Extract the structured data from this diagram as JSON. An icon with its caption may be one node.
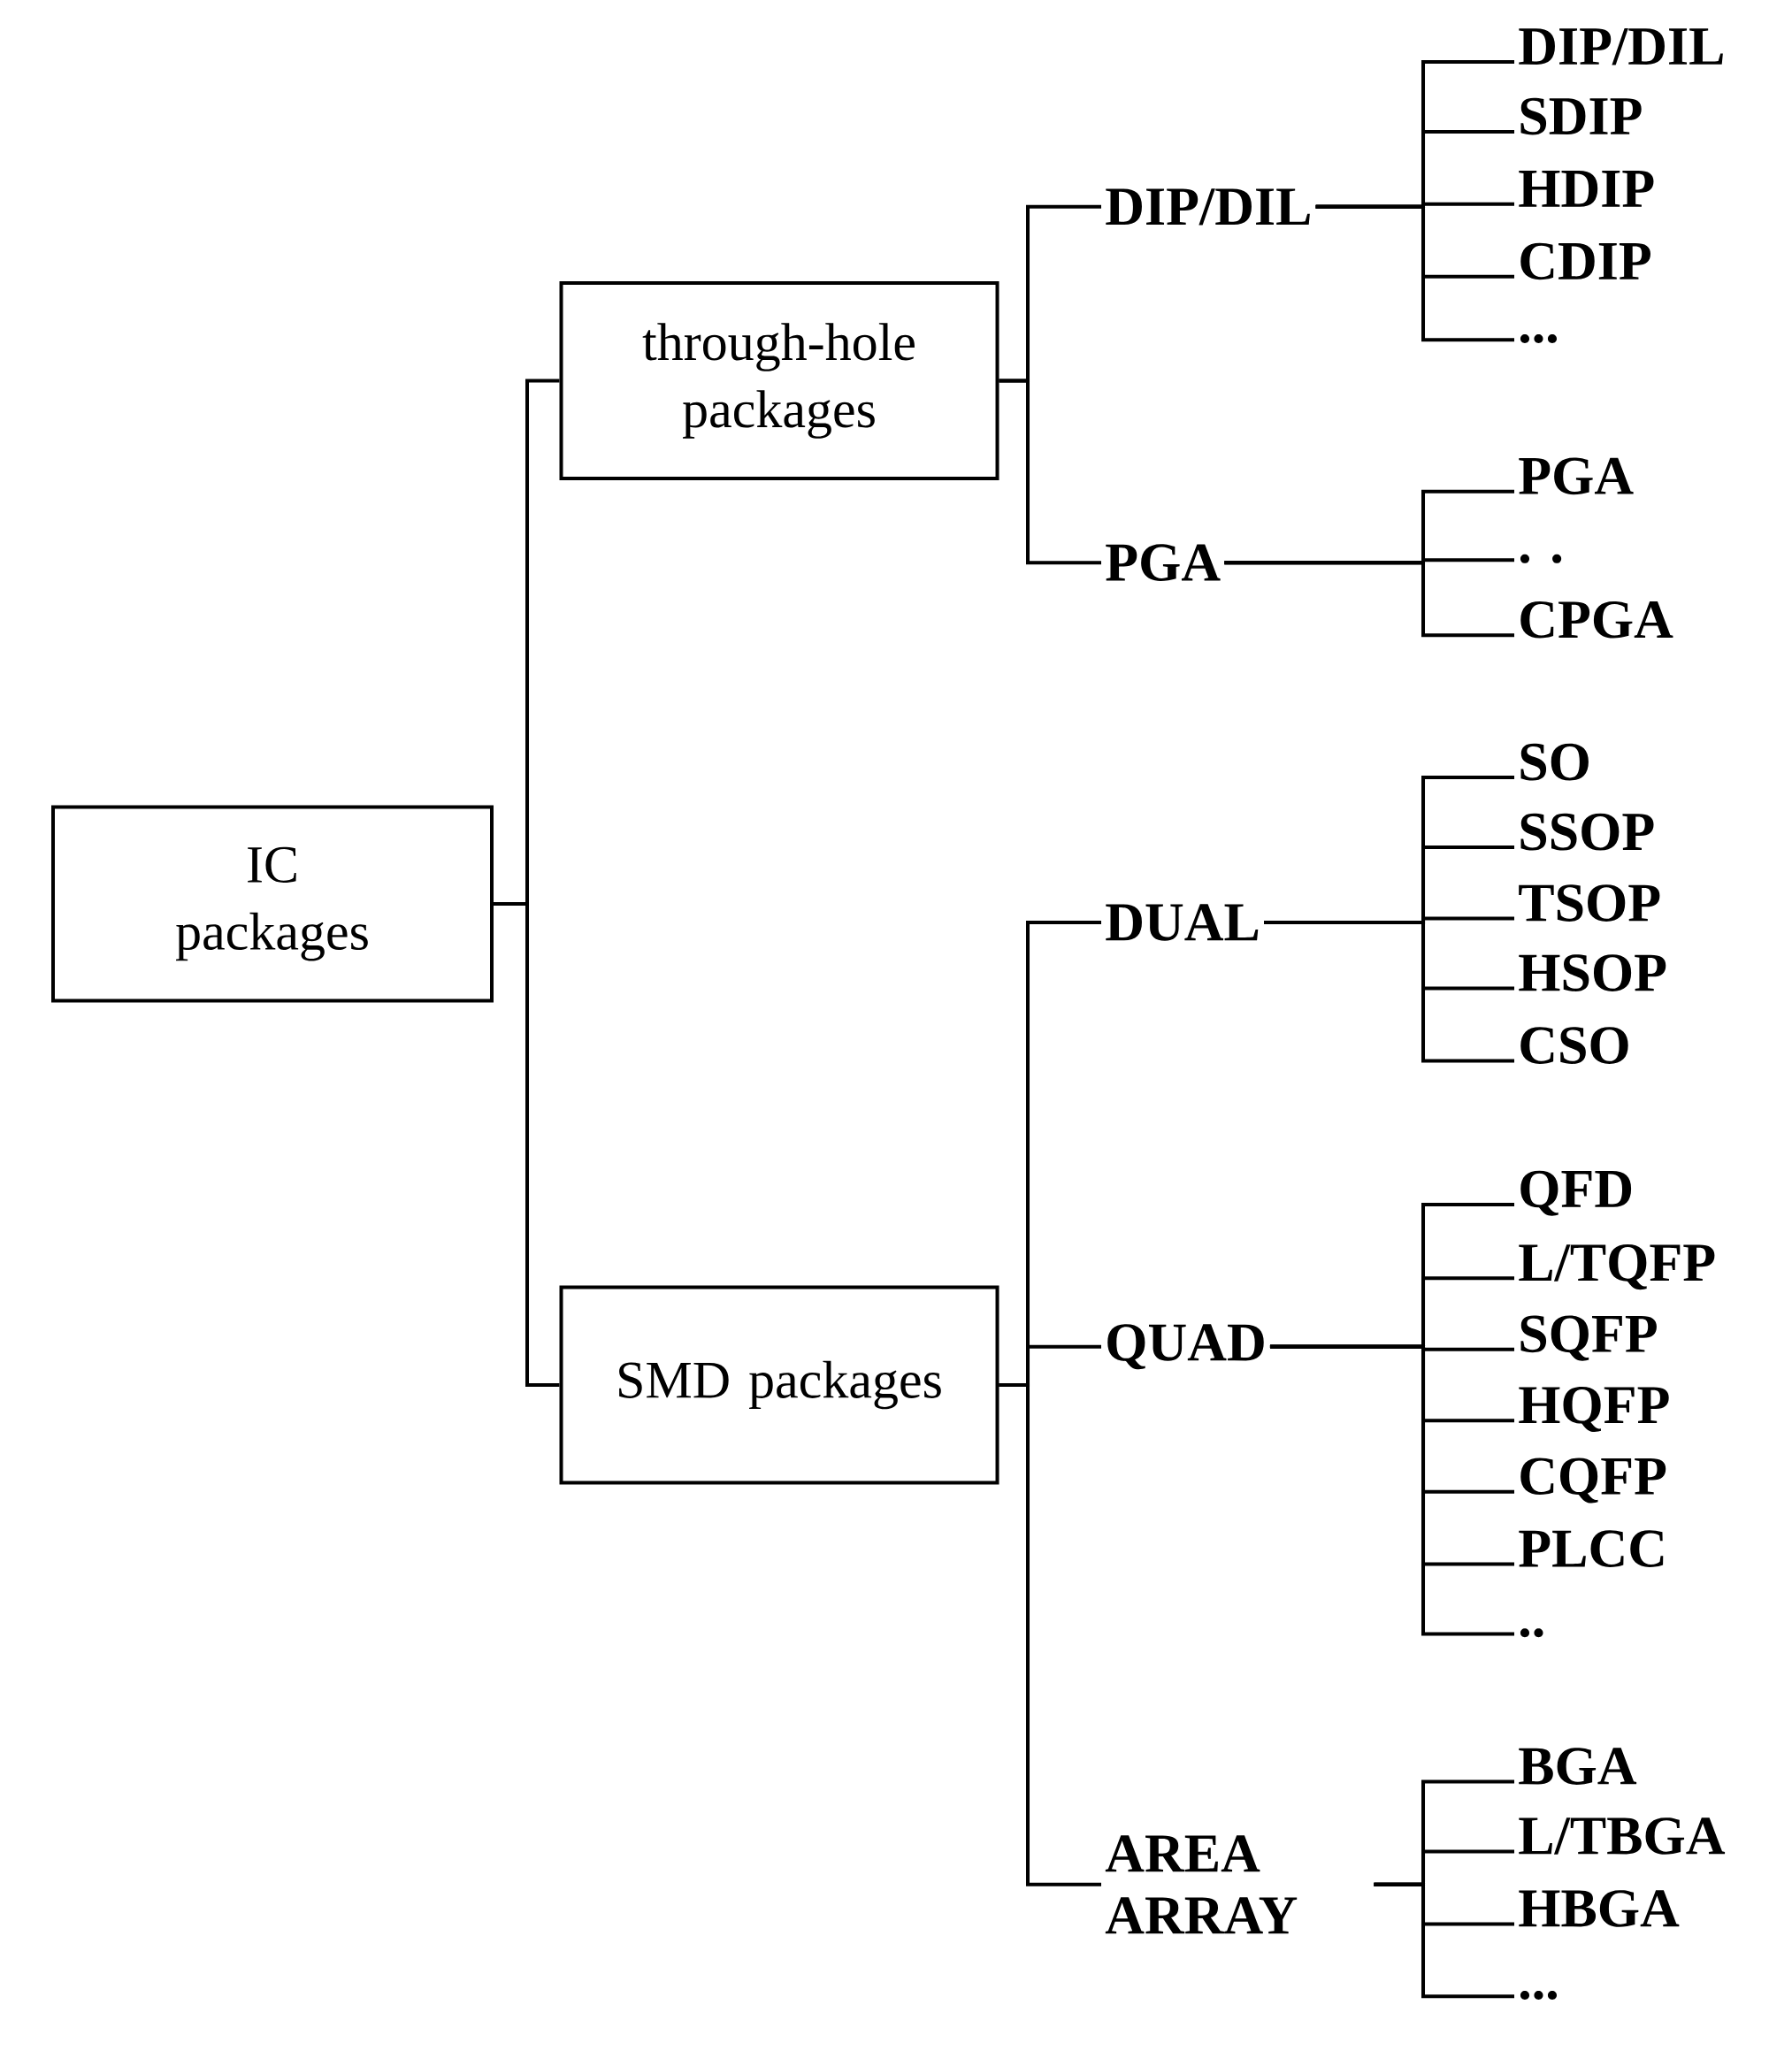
{
  "diagram": {
    "nodes": [
      {
        "text": [
          "IC packages"
        ]
      },
      {
        "text": [
          "through-hole packages"
        ]
      },
      {
        "text": [
          "SMD packages"
        ]
      },
      {
        "text": [
          "DIP/DIL"
        ]
      },
      {
        "text": [
          "PGA"
        ]
      },
      {
        "text": [
          "DUAL"
        ]
      },
      {
        "text": [
          "QUAD"
        ]
      },
      {
        "text": [
          "AREA ARRAY"
        ]
      },
      {
        "text": [
          "DIP/DIL"
        ]
      },
      {
        "text": [
          "SDIP"
        ]
      },
      {
        "text": [
          "HDIP"
        ]
      },
      {
        "text": [
          "CDIP"
        ]
      },
      {
        "text": [
          "..."
        ]
      },
      {
        "text": [
          "PGA"
        ]
      },
      {
        "text": [
          ". ."
        ]
      },
      {
        "text": [
          "CPGA"
        ]
      },
      {
        "text": [
          "SO"
        ]
      },
      {
        "text": [
          "SSOP"
        ]
      },
      {
        "text": [
          "TSOP"
        ]
      },
      {
        "text": [
          "HSOP"
        ]
      },
      {
        "text": [
          "CSO"
        ]
      },
      {
        "text": [
          "QFD"
        ]
      },
      {
        "text": [
          "L/TQFP"
        ]
      },
      {
        "text": [
          "SQFP"
        ]
      },
      {
        "text": [
          "HQFP"
        ]
      },
      {
        "text": [
          "CQFP"
        ]
      },
      {
        "text": [
          "PLCC"
        ]
      },
      {
        "text": [
          ".."
        ]
      },
      {
        "text": [
          "BGA"
        ]
      },
      {
        "text": [
          "L/TBGA"
        ]
      },
      {
        "text": [
          "HBGA"
        ]
      },
      {
        "text": [
          "..."
        ]
      }
    ],
    "edges": [
      {
        "from": 0,
        "to": 1,
        "arrow": "none"
      },
      {
        "from": 0,
        "to": 2,
        "arrow": "none"
      },
      {
        "from": 1,
        "to": 3,
        "arrow": "none"
      },
      {
        "from": 1,
        "to": 4,
        "arrow": "none"
      },
      {
        "from": 2,
        "to": 5,
        "arrow": "none"
      },
      {
        "from": 2,
        "to": 6,
        "arrow": "none"
      },
      {
        "from": 2,
        "to": 7,
        "arrow": "none"
      },
      {
        "from": 3,
        "to": 8,
        "arrow": "none"
      },
      {
        "from": 3,
        "to": 9,
        "arrow": "none"
      },
      {
        "from": 3,
        "to": 10,
        "arrow": "none"
      },
      {
        "from": 3,
        "to": 11,
        "arrow": "none"
      },
      {
        "from": 3,
        "to": 12,
        "arrow": "none"
      },
      {
        "from": 4,
        "to": 13,
        "arrow": "none"
      },
      {
        "from": 4,
        "to": 14,
        "arrow": "none"
      },
      {
        "from": 4,
        "to": 15,
        "arrow": "none"
      },
      {
        "from": 5,
        "to": 16,
        "arrow": "none"
      },
      {
        "from": 5,
        "to": 17,
        "arrow": "none"
      },
      {
        "from": 5,
        "to": 18,
        "arrow": "none"
      },
      {
        "from": 5,
        "to": 19,
        "arrow": "none"
      },
      {
        "from": 5,
        "to": 20,
        "arrow": "none"
      },
      {
        "from": 6,
        "to": 21,
        "arrow": "none"
      },
      {
        "from": 6,
        "to": 22,
        "arrow": "none"
      },
      {
        "from": 6,
        "to": 23,
        "arrow": "none"
      },
      {
        "from": 6,
        "to": 24,
        "arrow": "none"
      },
      {
        "from": 6,
        "to": 25,
        "arrow": "none"
      },
      {
        "from": 6,
        "to": 26,
        "arrow": "none"
      },
      {
        "from": 6,
        "to": 27,
        "arrow": "none"
      },
      {
        "from": 7,
        "to": 28,
        "arrow": "none"
      },
      {
        "from": 7,
        "to": 29,
        "arrow": "none"
      },
      {
        "from": 7,
        "to": 30,
        "arrow": "none"
      },
      {
        "from": 7,
        "to": 31,
        "arrow": "none"
      }
    ]
  }
}
